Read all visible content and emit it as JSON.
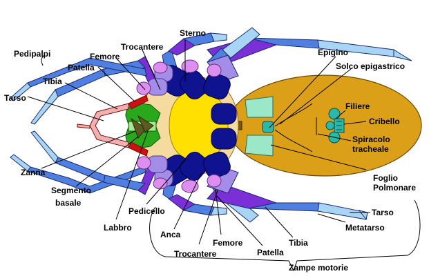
{
  "labels": {
    "sterno": "Sterno",
    "trocantere_top": "Trocantere",
    "femore_top": "Femore",
    "patella_top": "Patella",
    "pedipalpi": "Pedipalpi",
    "tibia_top": "Tibia",
    "tarso_left": "Tarso",
    "zanna": "Zanna",
    "segmento": "Segmento",
    "basale": "basale",
    "labbro": "Labbro",
    "pedicello": "Pedicello",
    "anca": "Anca",
    "femore_bottom": "Femore",
    "trocantere_bottom": "Trocantere",
    "patella_bottom": "Patella",
    "tibia_bottom": "Tibia",
    "metatarso": "Metatarso",
    "tarso_right": "Tarso",
    "zampe_motorie": "Zampe motorie",
    "epigino": "Epigino",
    "solco_epigastrico": "Solco epigastrico",
    "filiere": "Filiere",
    "cribello": "Cribello",
    "spiracolo": "Spiracolo",
    "tracheale": "tracheale",
    "foglio": "Foglio",
    "polmonare": "Polmonare"
  },
  "colors": {
    "leg_blue": "#4f7fe0",
    "leg_light": "#a8d4f5",
    "leg_purple": "#7b2fd6",
    "coxa_lavender": "#a38de8",
    "trochanter_pink": "#dc8ff0",
    "navy": "#10138f",
    "sternum_yellow": "#ffe000",
    "carapace_peach": "#f5dba0",
    "abdomen_gold": "#dca018",
    "chelicera_green": "#2aa81c",
    "fang_olive": "#5c5a20",
    "book_lung_mint": "#9ae8c8",
    "spinneret_teal": "#2ab8a8",
    "palp_red": "#d01010",
    "palp_pink": "#f0b0b0",
    "petiole_brown": "#7a5a10"
  }
}
